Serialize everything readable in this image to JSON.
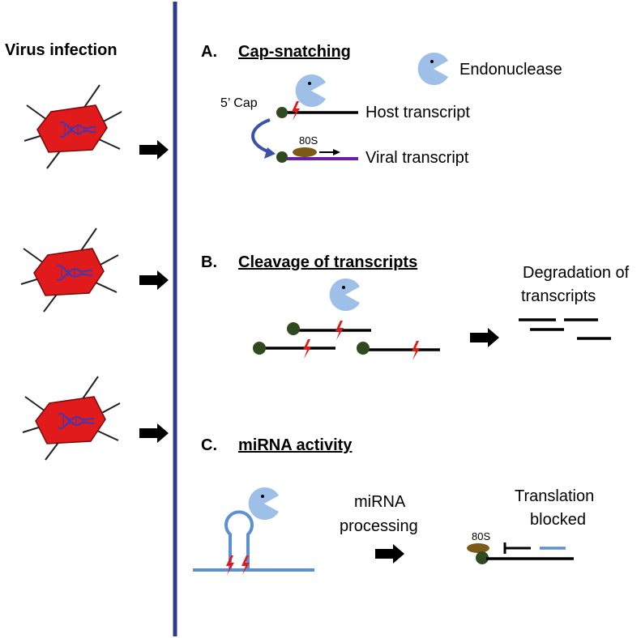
{
  "left_title": "Virus infection",
  "legend": {
    "endonuclease": "Endonuclease"
  },
  "sections": [
    {
      "letter": "A.",
      "title": "Cap-snatching"
    },
    {
      "letter": "B.",
      "title": "Cleavage of transcripts"
    },
    {
      "letter": "C.",
      "title": "miRNA activity"
    }
  ],
  "a": {
    "cap_label": "5’ Cap",
    "host_label": "Host transcript",
    "viral_label": "Viral transcript",
    "ribosome": "80S"
  },
  "b": {
    "result_line1": "Degradation of",
    "result_line2": "transcripts"
  },
  "c": {
    "processing_line1": "miRNA",
    "processing_line2": "processing",
    "blocked_line1": "Translation",
    "blocked_line2": "blocked",
    "ribosome": "80S"
  },
  "colors": {
    "divider": "#2e3a8c",
    "virus": "#e11b1b",
    "dna": "#3a3ab8",
    "endonuclease": "#9dbfe8",
    "cap": "#2f4a1e",
    "ribosome": "#7a5a16",
    "viral_rna": "#6a1fa5",
    "mirna": "#5b8fd6",
    "cut": "#e01b1b"
  }
}
